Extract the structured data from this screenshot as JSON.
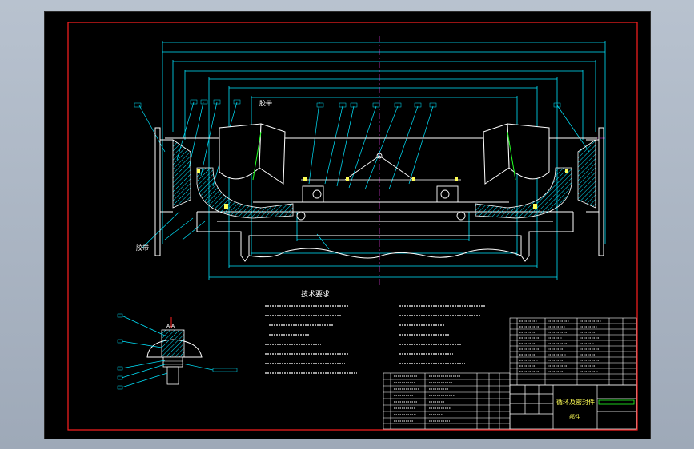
{
  "drawing": {
    "title_block_title": "循环及密封件",
    "title_block_subtitle": "部件",
    "technical_requirements_title": "技术要求",
    "callout_label": "A-A",
    "tags": {
      "belt_left": "胶带",
      "belt_right": "胶带"
    }
  },
  "colors": {
    "background": "#000000",
    "border": "#ff2020",
    "dimension": "#00e5ff",
    "outline": "#ffffff",
    "centerline": "#ff40ff",
    "hatch": "#00e5ff",
    "accent_green": "#22ff22",
    "text_yellow": "#ffff55"
  }
}
